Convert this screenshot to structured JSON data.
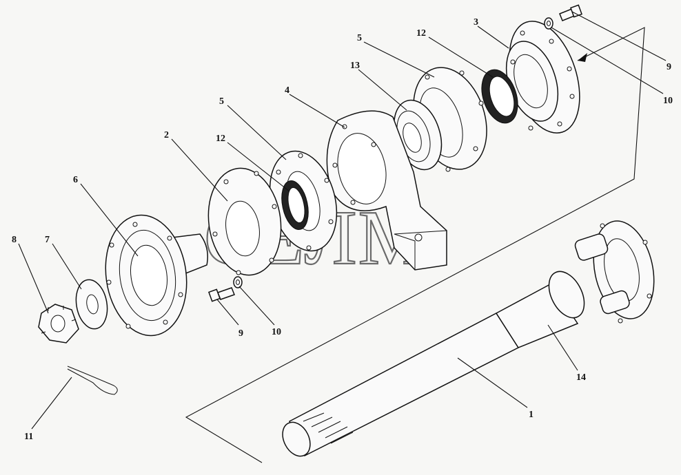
{
  "watermark": "СЕЛМ",
  "callouts": [
    {
      "id": "label-3",
      "text": "3"
    },
    {
      "id": "label-12-top",
      "text": "12"
    },
    {
      "id": "label-5-top",
      "text": "5"
    },
    {
      "id": "label-13",
      "text": "13"
    },
    {
      "id": "label-4",
      "text": "4"
    },
    {
      "id": "label-5-mid",
      "text": "5"
    },
    {
      "id": "label-12-mid",
      "text": "12"
    },
    {
      "id": "label-2",
      "text": "2"
    },
    {
      "id": "label-6",
      "text": "6"
    },
    {
      "id": "label-8",
      "text": "8"
    },
    {
      "id": "label-7",
      "text": "7"
    },
    {
      "id": "label-9-top",
      "text": "9"
    },
    {
      "id": "label-10-top",
      "text": "10"
    },
    {
      "id": "label-9-bottom",
      "text": "9"
    },
    {
      "id": "label-10-bottom",
      "text": "10"
    },
    {
      "id": "label-14",
      "text": "14"
    },
    {
      "id": "label-1",
      "text": "1"
    },
    {
      "id": "label-11",
      "text": "11"
    }
  ]
}
